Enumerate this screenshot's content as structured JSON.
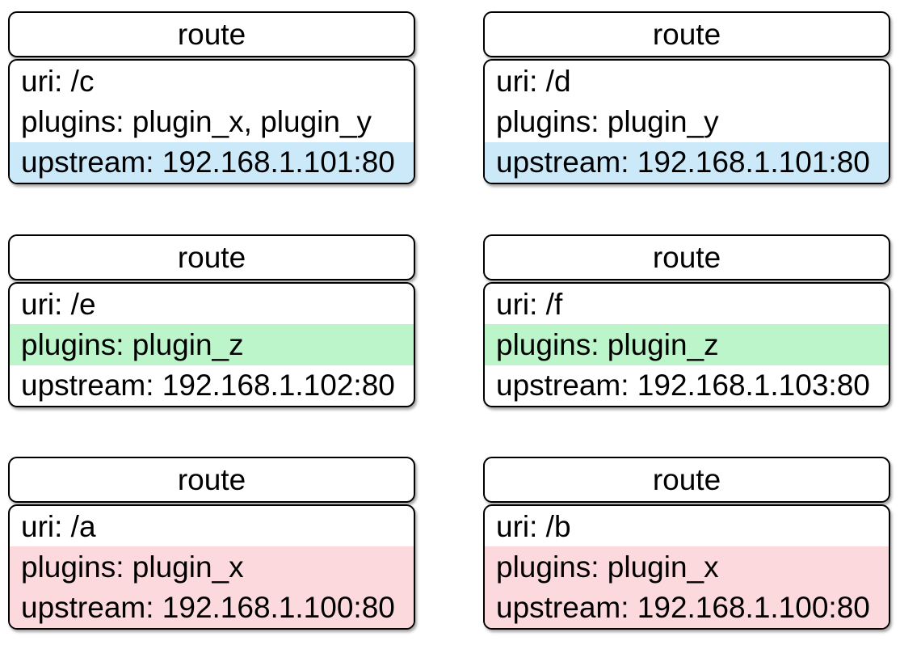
{
  "palette": {
    "background": "#ffffff",
    "border": "#000000",
    "text": "#000000",
    "highlight_blue": "#cce9f9",
    "highlight_green": "#bbf5c9",
    "highlight_pink": "#fcd9dc"
  },
  "cards": [
    {
      "title": "route",
      "uri": "uri: /c",
      "plugins": "plugins: plugin_x, plugin_y",
      "upstream": "upstream: 192.168.1.101:80",
      "highlights": {
        "uri": "none",
        "plugins": "none",
        "upstream": "blue"
      }
    },
    {
      "title": "route",
      "uri": "uri: /d",
      "plugins": "plugins: plugin_y",
      "upstream": "upstream: 192.168.1.101:80",
      "highlights": {
        "uri": "none",
        "plugins": "none",
        "upstream": "blue"
      }
    },
    {
      "title": "route",
      "uri": "uri: /e",
      "plugins": "plugins: plugin_z",
      "upstream": "upstream: 192.168.1.102:80",
      "highlights": {
        "uri": "none",
        "plugins": "green",
        "upstream": "none"
      }
    },
    {
      "title": "route",
      "uri": "uri: /f",
      "plugins": "plugins: plugin_z",
      "upstream": "upstream: 192.168.1.103:80",
      "highlights": {
        "uri": "none",
        "plugins": "green",
        "upstream": "none"
      }
    },
    {
      "title": "route",
      "uri": "uri: /a",
      "plugins": "plugins: plugin_x",
      "upstream": "upstream: 192.168.1.100:80",
      "highlights": {
        "uri": "none",
        "plugins": "pink",
        "upstream": "pink"
      }
    },
    {
      "title": "route",
      "uri": "uri: /b",
      "plugins": "plugins: plugin_x",
      "upstream": "upstream: 192.168.1.100:80",
      "highlights": {
        "uri": "none",
        "plugins": "pink",
        "upstream": "pink"
      }
    }
  ]
}
